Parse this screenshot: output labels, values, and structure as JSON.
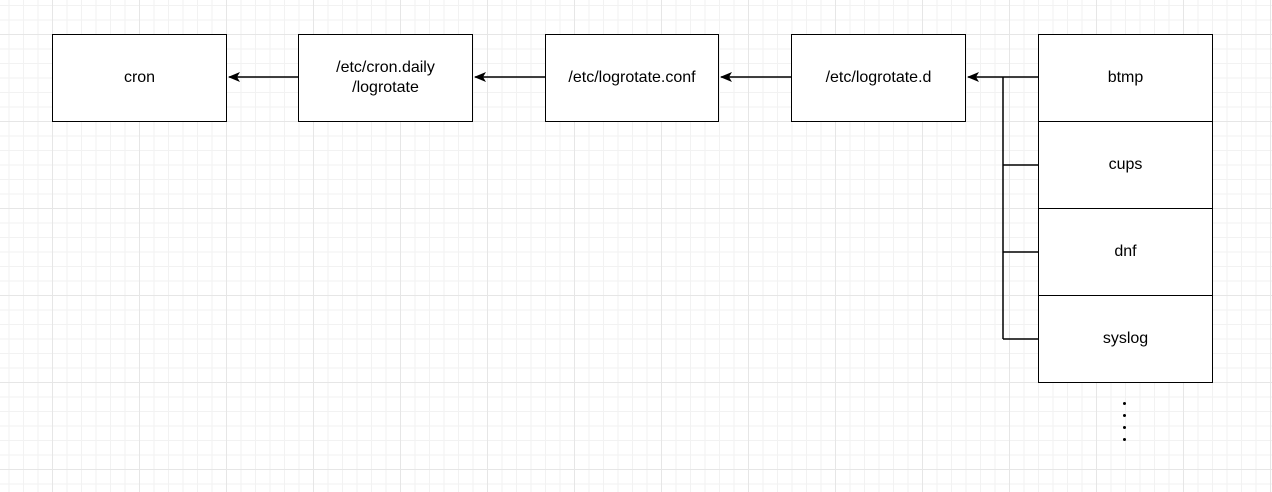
{
  "diagram": {
    "pipeline": [
      {
        "id": "cron",
        "lines": [
          "cron"
        ]
      },
      {
        "id": "cron-daily-logrotate",
        "lines": [
          "/etc/cron.daily",
          "/logrotate"
        ]
      },
      {
        "id": "logrotate-conf",
        "lines": [
          "/etc/logrotate.conf"
        ]
      },
      {
        "id": "logrotate-d",
        "lines": [
          "/etc/logrotate.d"
        ]
      }
    ],
    "configs": [
      "btmp",
      "cups",
      "dnf",
      "syslog"
    ],
    "continuation": "⋮"
  },
  "colors": {
    "stroke": "#000000",
    "fill": "#ffffff",
    "grid_major": "#e6e6e6",
    "grid_minor": "#f2f2f2"
  }
}
